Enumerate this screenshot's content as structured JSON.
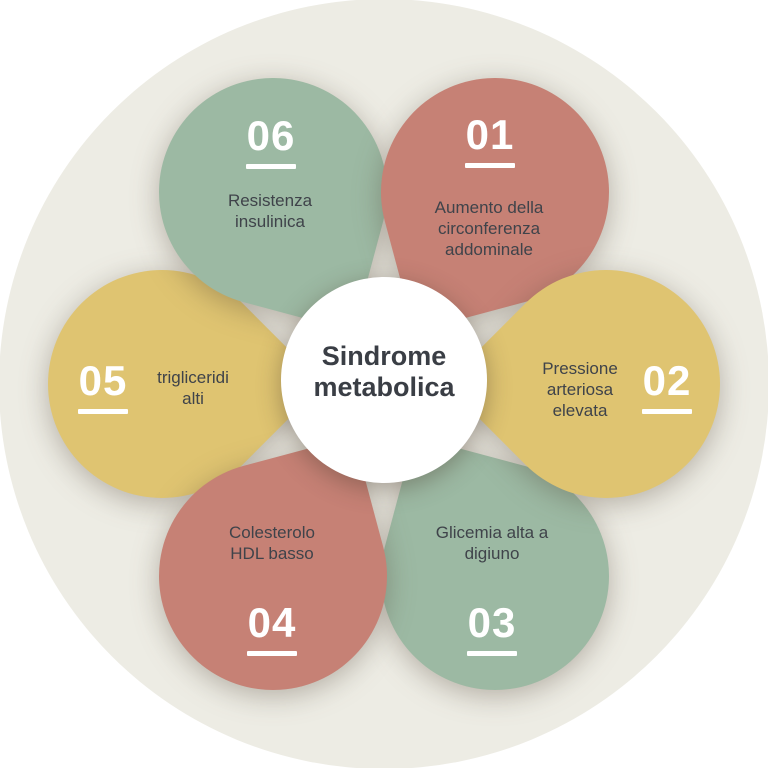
{
  "center": {
    "title": "Sindrome\nmetabolica"
  },
  "petals": [
    {
      "number": "01",
      "label": "Aumento della\ncirconferenza\naddominale",
      "color": "#C68175"
    },
    {
      "number": "02",
      "label": "Pressione\narteriosa\nelevata",
      "color": "#DFC471"
    },
    {
      "number": "03",
      "label": "Glicemia alta a\ndigiuno",
      "color": "#9CB9A3"
    },
    {
      "number": "04",
      "label": "Colesterolo\nHDL basso",
      "color": "#C68175"
    },
    {
      "number": "05",
      "label": "trigliceridi\nalti",
      "color": "#DFC471"
    },
    {
      "number": "06",
      "label": "Resistenza\ninsulinica",
      "color": "#9CB9A3"
    }
  ],
  "colors": {
    "page_background": "#FFFFFF",
    "canvas_circle": "#EDECE4",
    "salmon": "#C68175",
    "mustard": "#DFC471",
    "sage": "#9CB9A3",
    "center_circle": "#FFFFFF",
    "number_text": "#FFFFFF",
    "label_text": "#3F434A",
    "title_text": "#3A3E45"
  }
}
